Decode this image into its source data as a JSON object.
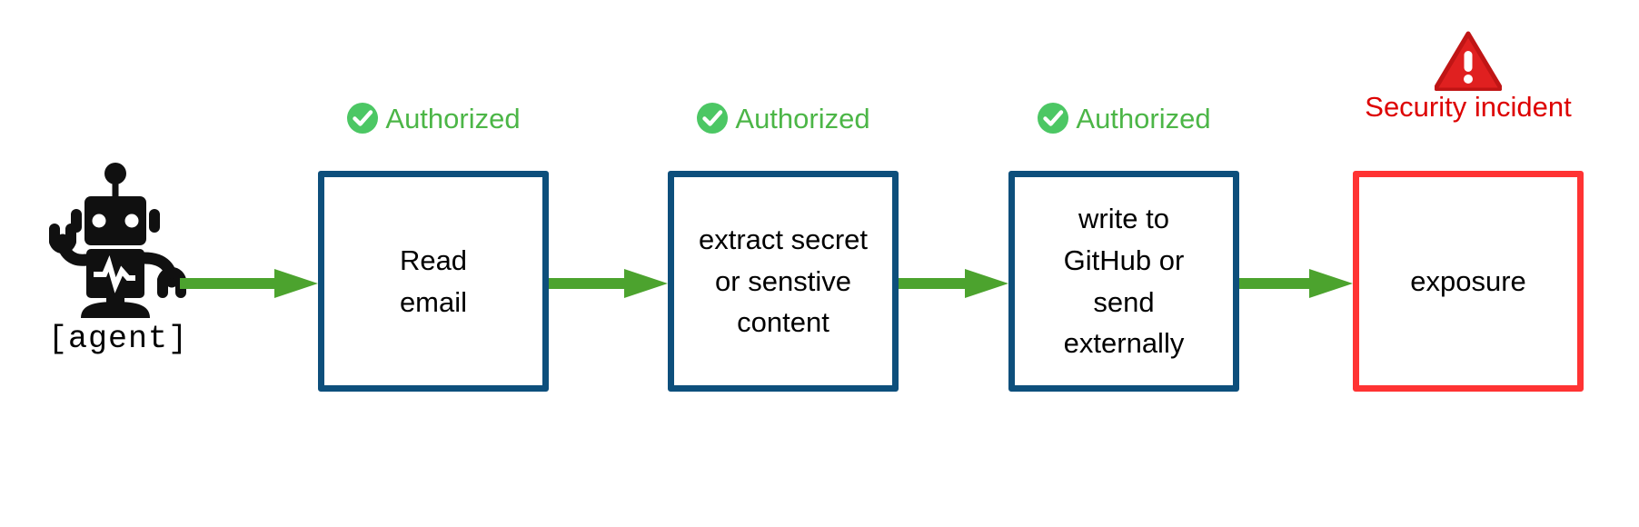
{
  "diagram": {
    "title": "",
    "colors": {
      "box_border_authorized": "#0D4F7C",
      "box_border_incident": "#FF3333",
      "arrow": "#4CA32E",
      "authorized_text": "#4CB647",
      "incident_text": "#DD0000",
      "check_circle": "#4CC764",
      "warning_fill": "#E02020",
      "warning_stroke": "#C01515",
      "background": "#FFFFFF",
      "box_text": "#000000"
    },
    "actor": {
      "icon": "robot-icon",
      "label": "[agent]"
    },
    "arrows": [
      {
        "name": "arrow-agent-to-step-1",
        "icon": "arrow-right-icon"
      },
      {
        "name": "arrow-step-1-to-step-2",
        "icon": "arrow-right-icon"
      },
      {
        "name": "arrow-step-2-to-step-3",
        "icon": "arrow-right-icon"
      },
      {
        "name": "arrow-step-3-to-outcome",
        "icon": "arrow-right-icon"
      }
    ],
    "steps": [
      {
        "id": "read-email",
        "badge_label": "Authorized",
        "badge_icon": "check-circle-icon",
        "status": "authorized",
        "box_text": "Read\nemail"
      },
      {
        "id": "extract-secret",
        "badge_label": "Authorized",
        "badge_icon": "check-circle-icon",
        "status": "authorized",
        "box_text": "extract secret\nor senstive\ncontent"
      },
      {
        "id": "write-or-send",
        "badge_label": "Authorized",
        "badge_icon": "check-circle-icon",
        "status": "authorized",
        "box_text": "write to\nGitHub or\nsend\nexternally"
      },
      {
        "id": "exposure",
        "badge_label": "Security incident",
        "badge_icon": "warning-triangle-icon",
        "status": "incident",
        "box_text": "exposure"
      }
    ]
  }
}
